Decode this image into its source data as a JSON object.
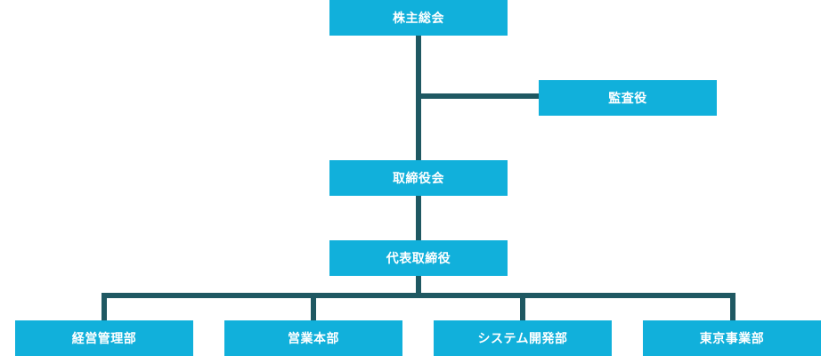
{
  "org_chart": {
    "shareholders_meeting": "株主総会",
    "auditor": "監査役",
    "board_of_directors": "取締役会",
    "representative_director": "代表取締役",
    "departments": [
      "経営管理部",
      "営業本部",
      "システム開発部",
      "東京事業部"
    ]
  },
  "colors": {
    "box": "#11b0db",
    "line": "#1f5862",
    "text": "#ffffff"
  }
}
